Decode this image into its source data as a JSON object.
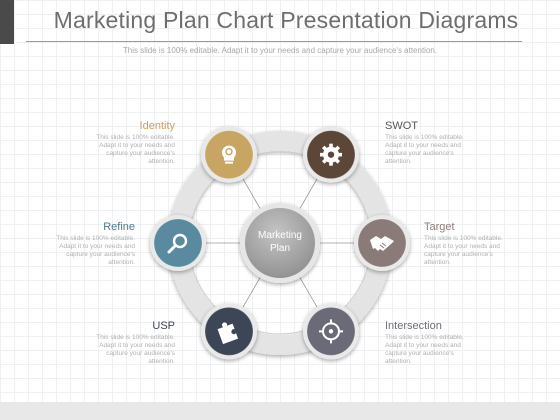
{
  "header": {
    "title": "Marketing Plan Chart Presentation Diagrams",
    "subtitle": "This slide is 100% editable. Adapt it to your needs and capture your audience's attention."
  },
  "center": {
    "line1": "Marketing",
    "line2": "Plan"
  },
  "items": [
    {
      "label": "Identity",
      "label_color": "#c9a25a",
      "icon": "lightbulb-gear-icon",
      "fill": "#c8a562",
      "desc": [
        "This slide is 100% editable.",
        "Adapt it to your needs and",
        "capture your audience's",
        "attention."
      ]
    },
    {
      "label": "SWOT",
      "label_color": "#555555",
      "icon": "gear-icon",
      "fill": "#5b4638",
      "desc": [
        "This slide is 100% editable.",
        "Adapt it to your needs and",
        "capture your audience's",
        "attention."
      ]
    },
    {
      "label": "Target",
      "label_color": "#8c7e7a",
      "icon": "handshake-icon",
      "fill": "#8a7b78",
      "desc": [
        "This slide is 100% editable.",
        "Adapt it to your needs and",
        "capture your audience's",
        "attention."
      ]
    },
    {
      "label": "Intersection",
      "label_color": "#6e6e78",
      "icon": "crosshair-icon",
      "fill": "#6b6a78",
      "desc": [
        "This slide is 100% editable.",
        "Adapt it to your needs and",
        "capture your audience's",
        "attention."
      ]
    },
    {
      "label": "USP",
      "label_color": "#3e4654",
      "icon": "puzzle-icon",
      "fill": "#3d4656",
      "desc": [
        "This slide is 100% editable.",
        "Adapt it to your needs and",
        "capture your audience's",
        "attention."
      ]
    },
    {
      "label": "Refine",
      "label_color": "#4a7b93",
      "icon": "magnifier-icon",
      "fill": "#5a8aa0",
      "desc": [
        "This slide is 100% editable.",
        "Adapt it to your needs and",
        "capture your audience's",
        "attention."
      ]
    }
  ]
}
